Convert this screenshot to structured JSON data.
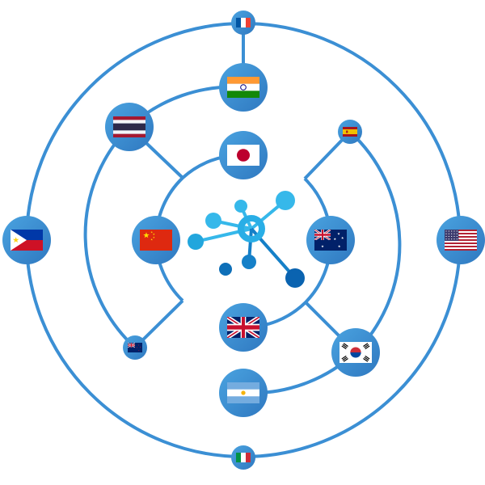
{
  "diagram": {
    "colors": {
      "line": "#3b8fd4",
      "node_fill": "#4193d3",
      "node_fill_dark": "#2f7cc4",
      "hub_light": "#36b8ea",
      "hub_dark": "#0a63b0"
    },
    "center_icon": "network-hub-icon",
    "outer_ring_nodes": [
      "france",
      "philippines",
      "usa",
      "italy"
    ],
    "middle_ring_nodes": [
      "india",
      "thailand",
      "new-zealand",
      "spain",
      "south-korea",
      "argentina"
    ],
    "inner_ring_nodes": [
      "japan",
      "china",
      "australia",
      "united-kingdom"
    ]
  }
}
